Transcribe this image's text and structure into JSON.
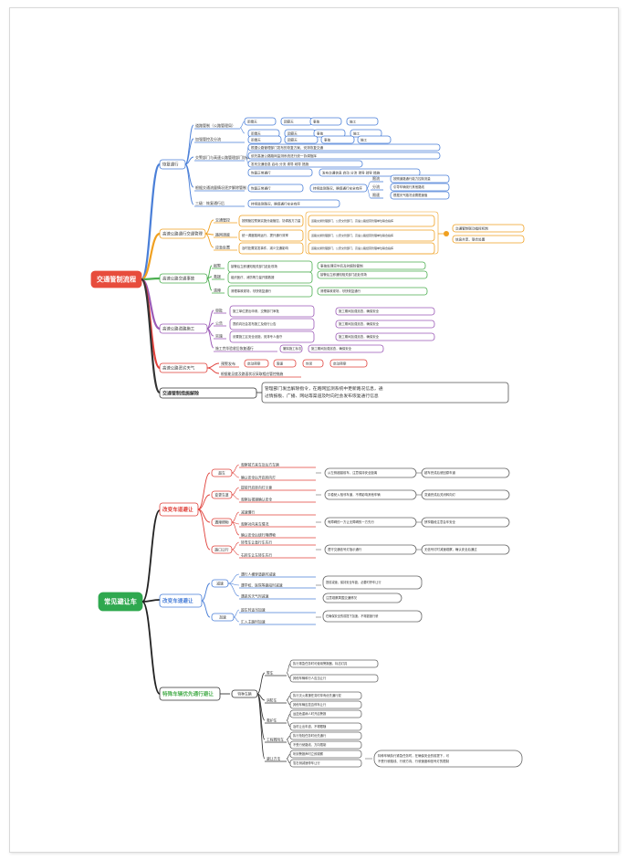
{
  "colors": {
    "root1": "#e74c3c",
    "root2": "#2fa84f",
    "blue": "#4a7fd8",
    "orange": "#f0a020",
    "green": "#4caf50",
    "purple": "#9b59b6",
    "red": "#e0403a",
    "dark": "#333333"
  },
  "map1": {
    "root": "交通管制流程",
    "b1": {
      "title": "恢复通行",
      "icons": [
        "雨雪天",
        "团雾天",
        "事故",
        "施工"
      ],
      "rows": [
        {
          "l": "道路管制（公路管理局）",
          "r": "根据公路管理部门发布的恢复方案，安排恢复交通"
        },
        {
          "l": "加强管控及分流",
          "r": "依托高速公路路网监测系统进行统一协调指挥"
        },
        {
          "l": "交警部门与高速公路管理部门协调",
          "r": "发布交通信息 启动 分流 诱导 疏导 措施"
        },
        {
          "l": "根据交通流量情况逐步解除管制",
          "r": "恢复正常通行"
        }
      ],
      "tags": [
        "限流",
        "分流",
        "限速"
      ],
      "tagNotes": [
        "按照道路通行能力控制流量",
        "引导车辆绕行其他路线",
        "根据天气路况设置限速值"
      ],
      "foot": {
        "l": "三级：恢复通行后",
        "r": "持续监测路况，确保通行安全有序"
      }
    },
    "b2": {
      "title": "高速公路通行交通管理",
      "items": [
        "交通管控",
        "路网调度",
        "应急处置"
      ],
      "notes": [
        "按照管控预案实施分级管控，协调各方力量",
        "统一调度路网运行，提升通行效率",
        "及时处置突发事件，减少交通影响"
      ],
      "side": "道路交通管理部门、公安交管部门、高速公路经营管理单位联合指挥",
      "bubble": [
        "交通管制联动指挥机制",
        "信息共享、联合处置"
      ]
    },
    "b3": {
      "title": "高速公路交通事故",
      "items": [
        "报警",
        "救援",
        "清障"
      ],
      "notes": [
        "接警后立即通知相关部门赶赴现场",
        "组织医疗、消防等力量开展救援",
        "清理事故现场，尽快恢复通行"
      ],
      "side": "事故处理完毕后及时解除管制"
    },
    "b4": {
      "title": "高速公路道路施工",
      "items": [
        "审批",
        "公告",
        "实施"
      ],
      "notes": [
        "施工单位提出申请，交警部门审批",
        "提前向社会发布施工及绕行公告",
        "设置施工区安全设施，安排专人值守"
      ],
      "extra": [
        "施工完毕验收后恢复通行",
        "撤除施工标志"
      ],
      "side": "施工期间加强巡查，确保安全"
    },
    "b5": {
      "title": "高速公路恶劣天气",
      "items": [
        "预警发布",
        "启动预案",
        "限速",
        "封闭"
      ],
      "note": "根据能见度及路面状况采取相应管控措施"
    },
    "b6": {
      "title": "交通管制措施解除",
      "text": "管理部门发出解除指令，在路网监测系统中更新路况信息，通过情报板、广播、网站等渠道及时向社会发布恢复通行信息"
    }
  },
  "map2": {
    "root": "常见避让车",
    "c1": {
      "title": "改变车道避让",
      "groups": [
        {
          "label": "超车",
          "items": [
            "观察前方来车及后方车辆",
            "确认安全后开启转向灯"
          ],
          "side": "从左侧超越前车，注意保持安全距离",
          "note": "超车完成后驶回原车道"
        },
        {
          "label": "变更车道",
          "items": [
            "提前开启转向灯示意",
            "观察后视镜确认安全"
          ],
          "side": "平稳驶入相邻车道，不得影响其他车辆",
          "note": "变道完成后关闭转向灯"
        },
        {
          "label": "遇障碍物",
          "items": [
            "减速慢行",
            "观察对向来车情况"
          ],
          "extra": "确认安全后绕行障碍物",
          "side": "有障碍的一方让无障碍的一方先行",
          "note": "狭窄路段注意会车安全"
        },
        {
          "label": "路口让行",
          "items": [
            "转弯车让直行车先行",
            "右转车让左转车先行"
          ],
          "side": "遵守交通信号灯指示通行",
          "note": "无信号灯时减速观察，确认安全后通过"
        }
      ]
    },
    "c2": {
      "title": "改变车速避让",
      "groups": [
        {
          "label": "减速",
          "items": [
            "遇行人横穿道路时减速",
            "遇学校、医院等路段时减速",
            "遇恶劣天气时减速"
          ],
          "side": "提前减速，保持安全车距，必要时停车让行",
          "note": "注意观察周围交通情况"
        },
        {
          "label": "加速",
          "items": [
            "超车时适当加速",
            "汇入主路时加速"
          ],
          "side": "在确保安全的前提下加速，不得超速行驶"
        }
      ]
    },
    "c3": {
      "title": "特殊车辆优先通行避让",
      "hub": "特种车辆",
      "groups": [
        {
          "label": "警车",
          "items": [
            "执行紧急任务时可使用警报器、标志灯具",
            "其他车辆和行人应当让行"
          ]
        },
        {
          "label": "消防车",
          "items": [
            "执行灭火救援任务时享有优先通行权",
            "其他车辆应靠边停车让行"
          ]
        },
        {
          "label": "救护车",
          "items": [
            "运送危重病人时开启警报",
            "及时让出车道，不得跟随"
          ]
        },
        {
          "label": "工程救险车",
          "items": [
            "执行抢险任务时优先通行",
            "不受行驶路线、方向限制"
          ]
        },
        {
          "label": "避让方法",
          "items": [
            "听到警报声时立即观察",
            "靠右侧减速停车让行"
          ]
        }
      ],
      "side": "特种车辆执行紧急任务时，在确保安全的前提下，可不受行驶路线、行驶方向、行驶速度和信号灯的限制"
    }
  }
}
